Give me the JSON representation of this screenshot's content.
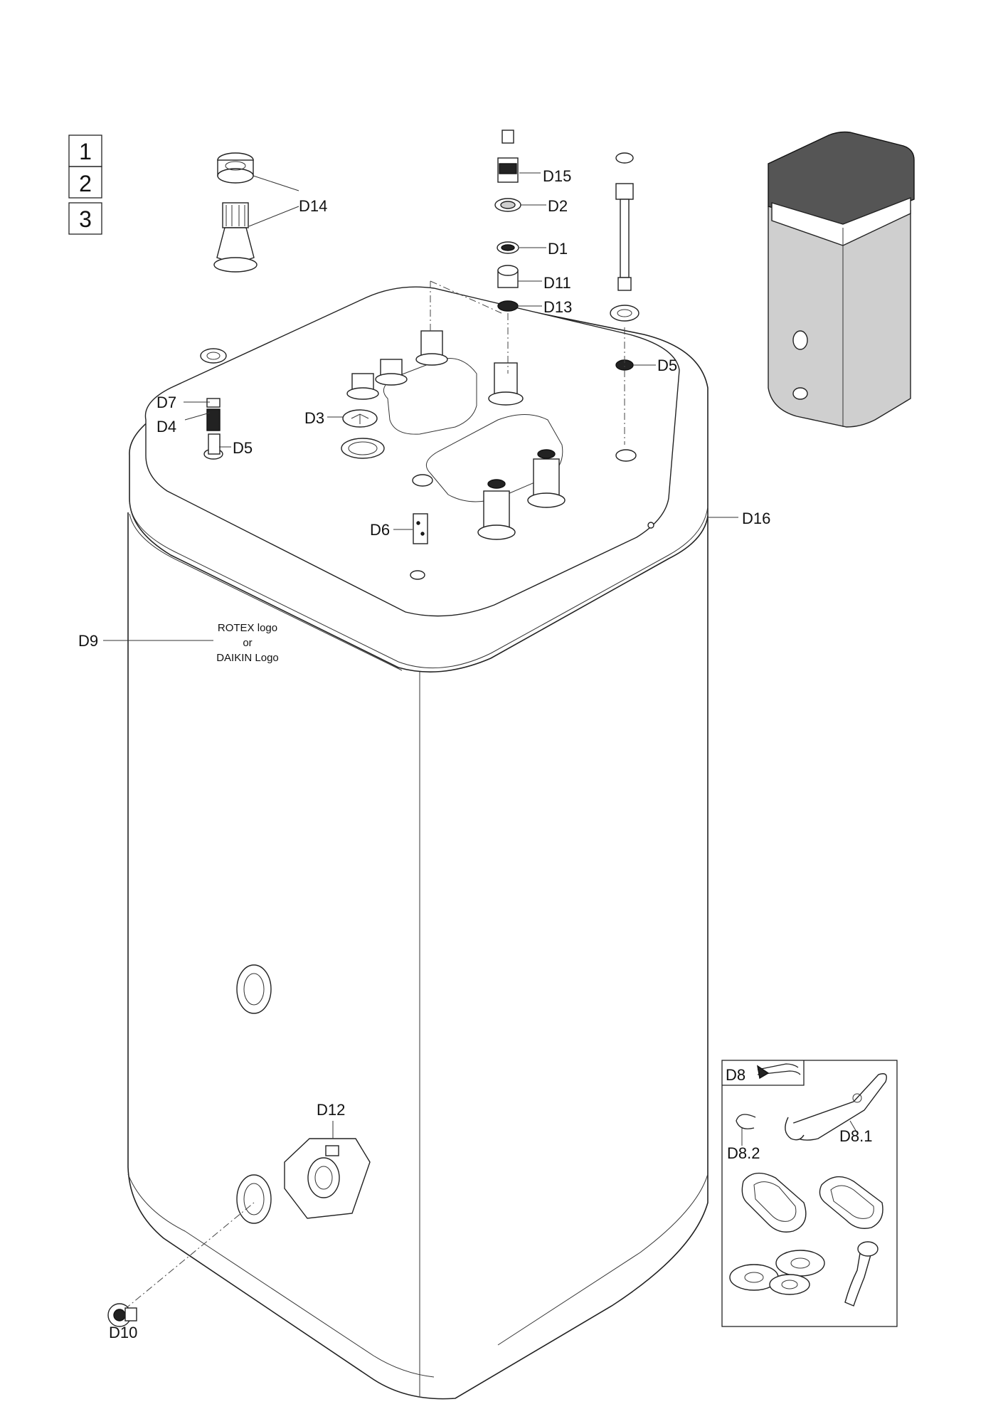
{
  "page_selector": {
    "pages": [
      "1",
      "2",
      "3"
    ],
    "active_page": "3",
    "active_fill": "#d4d4d4"
  },
  "labels": {
    "d1": "D1",
    "d2": "D2",
    "d3": "D3",
    "d4": "D4",
    "d5_left": "D5",
    "d5_right": "D5",
    "d6": "D6",
    "d7": "D7",
    "d8": "D8",
    "d8_1": "D8.1",
    "d8_2": "D8.2",
    "d9": "D9",
    "d10": "D10",
    "d11": "D11",
    "d12": "D12",
    "d13": "D13",
    "d14": "D14",
    "d15": "D15",
    "d16": "D16"
  },
  "logo_note": {
    "line1": "ROTEX logo",
    "line2": "or",
    "line3": "DAIKIN Logo"
  },
  "icons": {
    "tank": "storage-tank-icon",
    "unit_thumbnail": "heat-pump-unit-icon",
    "tool": "pliers-icon"
  }
}
